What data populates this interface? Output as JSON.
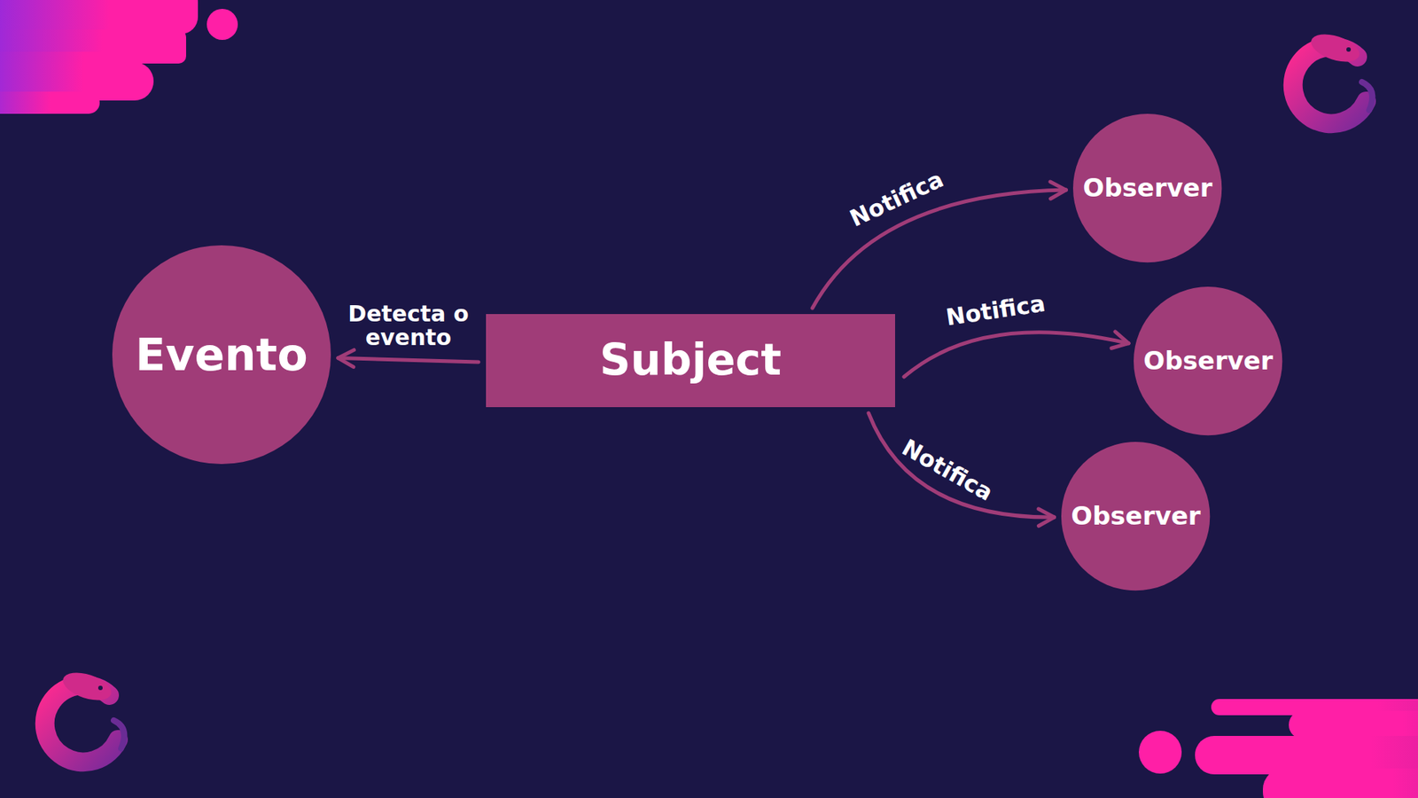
{
  "diagram": {
    "nodes": [
      {
        "text": [
          "Evento"
        ]
      },
      {
        "text": [
          "Subject"
        ]
      },
      {
        "text": [
          "Observer"
        ]
      },
      {
        "text": [
          "Observer"
        ]
      },
      {
        "text": [
          "Observer"
        ]
      }
    ],
    "edges": [
      {
        "from": 1,
        "to": 0,
        "arrow": "to",
        "label": "Detecta o evento"
      },
      {
        "from": 1,
        "to": 2,
        "arrow": "to",
        "label": "Notifica"
      },
      {
        "from": 1,
        "to": 3,
        "arrow": "to",
        "label": "Notifica"
      },
      {
        "from": 1,
        "to": 4,
        "arrow": "to",
        "label": "Notifica"
      }
    ]
  }
}
